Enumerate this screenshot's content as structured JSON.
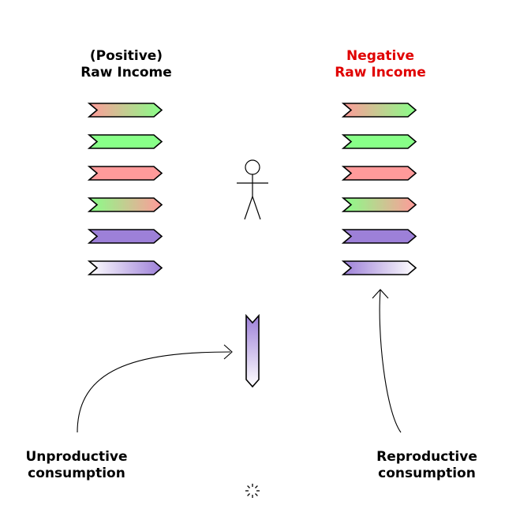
{
  "colors": {
    "red": "#ff9a9a",
    "green": "#88ff88",
    "purple": "#9d80d8",
    "white": "#ffffff",
    "negative_title": "#e00000",
    "stroke": "#000000"
  },
  "left_title": {
    "line1": "(Positive)",
    "line2": "Raw Income"
  },
  "right_title": {
    "line1": "Negative",
    "line2": "Raw Income"
  },
  "left_arrows": [
    {
      "from": "red",
      "to": "green"
    },
    {
      "from": "green",
      "to": "green"
    },
    {
      "from": "red",
      "to": "red"
    },
    {
      "from": "green",
      "to": "red"
    },
    {
      "from": "purple",
      "to": "purple"
    },
    {
      "from": "white",
      "to": "purple"
    }
  ],
  "right_arrows": [
    {
      "from": "red",
      "to": "green"
    },
    {
      "from": "green",
      "to": "green"
    },
    {
      "from": "red",
      "to": "red"
    },
    {
      "from": "green",
      "to": "red"
    },
    {
      "from": "purple",
      "to": "purple"
    },
    {
      "from": "purple",
      "to": "white"
    }
  ],
  "vertical_arrow": {
    "from": "purple",
    "to": "white"
  },
  "person_icon": "stick-figure-icon",
  "spinner_icon": "loading-spinner-icon",
  "left_caption": {
    "line1": "Unproductive",
    "line2": "consumption"
  },
  "right_caption": {
    "line1": "Reproductive",
    "line2": "consumption"
  }
}
